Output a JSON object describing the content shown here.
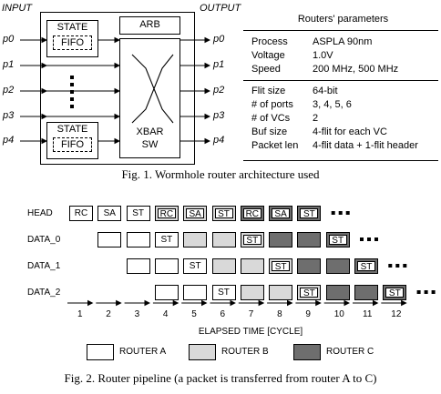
{
  "fig1": {
    "input_label": "INPUT",
    "output_label": "OUTPUT",
    "input_ports": [
      "p0",
      "p1",
      "p2",
      "p3",
      "p4"
    ],
    "output_ports": [
      "p0",
      "p1",
      "p2",
      "p3",
      "p4"
    ],
    "state_label": "STATE",
    "fifo_label": "FIFO",
    "arb_label": "ARB",
    "xbar_label_1": "XBAR",
    "xbar_label_2": "SW",
    "caption": "Fig. 1.  Wormhole router architecture used"
  },
  "params_table": {
    "title": "Routers' parameters",
    "group1": [
      {
        "name": "Process",
        "value": "ASPLA 90nm"
      },
      {
        "name": "Voltage",
        "value": "1.0V"
      },
      {
        "name": "Speed",
        "value": "200 MHz, 500 MHz"
      }
    ],
    "group2": [
      {
        "name": "Flit size",
        "value": "64-bit"
      },
      {
        "name": "# of ports",
        "value": "3, 4, 5, 6"
      },
      {
        "name": "# of VCs",
        "value": "2"
      },
      {
        "name": "Buf size",
        "value": "4-flit for each VC"
      },
      {
        "name": "Packet len",
        "value": "4-flit data + 1-flit header"
      }
    ]
  },
  "fig2": {
    "rows": [
      {
        "label": "HEAD",
        "cells": [
          {
            "col": 1,
            "text": "RC",
            "router": "A"
          },
          {
            "col": 2,
            "text": "SA",
            "router": "A"
          },
          {
            "col": 3,
            "text": "ST",
            "router": "A"
          },
          {
            "col": 4,
            "text": "RC",
            "router": "B"
          },
          {
            "col": 5,
            "text": "SA",
            "router": "B"
          },
          {
            "col": 6,
            "text": "ST",
            "router": "B"
          },
          {
            "col": 7,
            "text": "RC",
            "router": "C"
          },
          {
            "col": 8,
            "text": "SA",
            "router": "C"
          },
          {
            "col": 9,
            "text": "ST",
            "router": "C"
          }
        ]
      },
      {
        "label": "DATA_0",
        "cells": [
          {
            "col": 2,
            "text": "",
            "router": "A"
          },
          {
            "col": 3,
            "text": "",
            "router": "A"
          },
          {
            "col": 4,
            "text": "ST",
            "router": "A"
          },
          {
            "col": 5,
            "text": "",
            "router": "B"
          },
          {
            "col": 6,
            "text": "",
            "router": "B"
          },
          {
            "col": 7,
            "text": "ST",
            "router": "B"
          },
          {
            "col": 8,
            "text": "",
            "router": "C"
          },
          {
            "col": 9,
            "text": "",
            "router": "C"
          },
          {
            "col": 10,
            "text": "ST",
            "router": "C"
          }
        ]
      },
      {
        "label": "DATA_1",
        "cells": [
          {
            "col": 3,
            "text": "",
            "router": "A"
          },
          {
            "col": 4,
            "text": "",
            "router": "A"
          },
          {
            "col": 5,
            "text": "ST",
            "router": "A"
          },
          {
            "col": 6,
            "text": "",
            "router": "B"
          },
          {
            "col": 7,
            "text": "",
            "router": "B"
          },
          {
            "col": 8,
            "text": "ST",
            "router": "B"
          },
          {
            "col": 9,
            "text": "",
            "router": "C"
          },
          {
            "col": 10,
            "text": "",
            "router": "C"
          },
          {
            "col": 11,
            "text": "ST",
            "router": "C"
          }
        ]
      },
      {
        "label": "DATA_2",
        "cells": [
          {
            "col": 4,
            "text": "",
            "router": "A"
          },
          {
            "col": 5,
            "text": "",
            "router": "A"
          },
          {
            "col": 6,
            "text": "ST",
            "router": "A"
          },
          {
            "col": 7,
            "text": "",
            "router": "B"
          },
          {
            "col": 8,
            "text": "",
            "router": "B"
          },
          {
            "col": 9,
            "text": "ST",
            "router": "B"
          },
          {
            "col": 10,
            "text": "",
            "router": "C"
          },
          {
            "col": 11,
            "text": "",
            "router": "C"
          },
          {
            "col": 12,
            "text": "ST",
            "router": "C"
          }
        ]
      }
    ],
    "cycles": [
      "1",
      "2",
      "3",
      "4",
      "5",
      "6",
      "7",
      "8",
      "9",
      "10",
      "11",
      "12"
    ],
    "axis_label": "ELAPSED TIME [CYCLE]",
    "legend": [
      {
        "router": "A",
        "label": "ROUTER A"
      },
      {
        "router": "B",
        "label": "ROUTER B"
      },
      {
        "router": "C",
        "label": "ROUTER C"
      }
    ],
    "router_colors": {
      "A": "#ffffff",
      "B": "#d9d9d9",
      "C": "#6e6e6e"
    },
    "caption": "Fig. 2.  Router pipeline (a packet is transferred from router A to C)"
  }
}
